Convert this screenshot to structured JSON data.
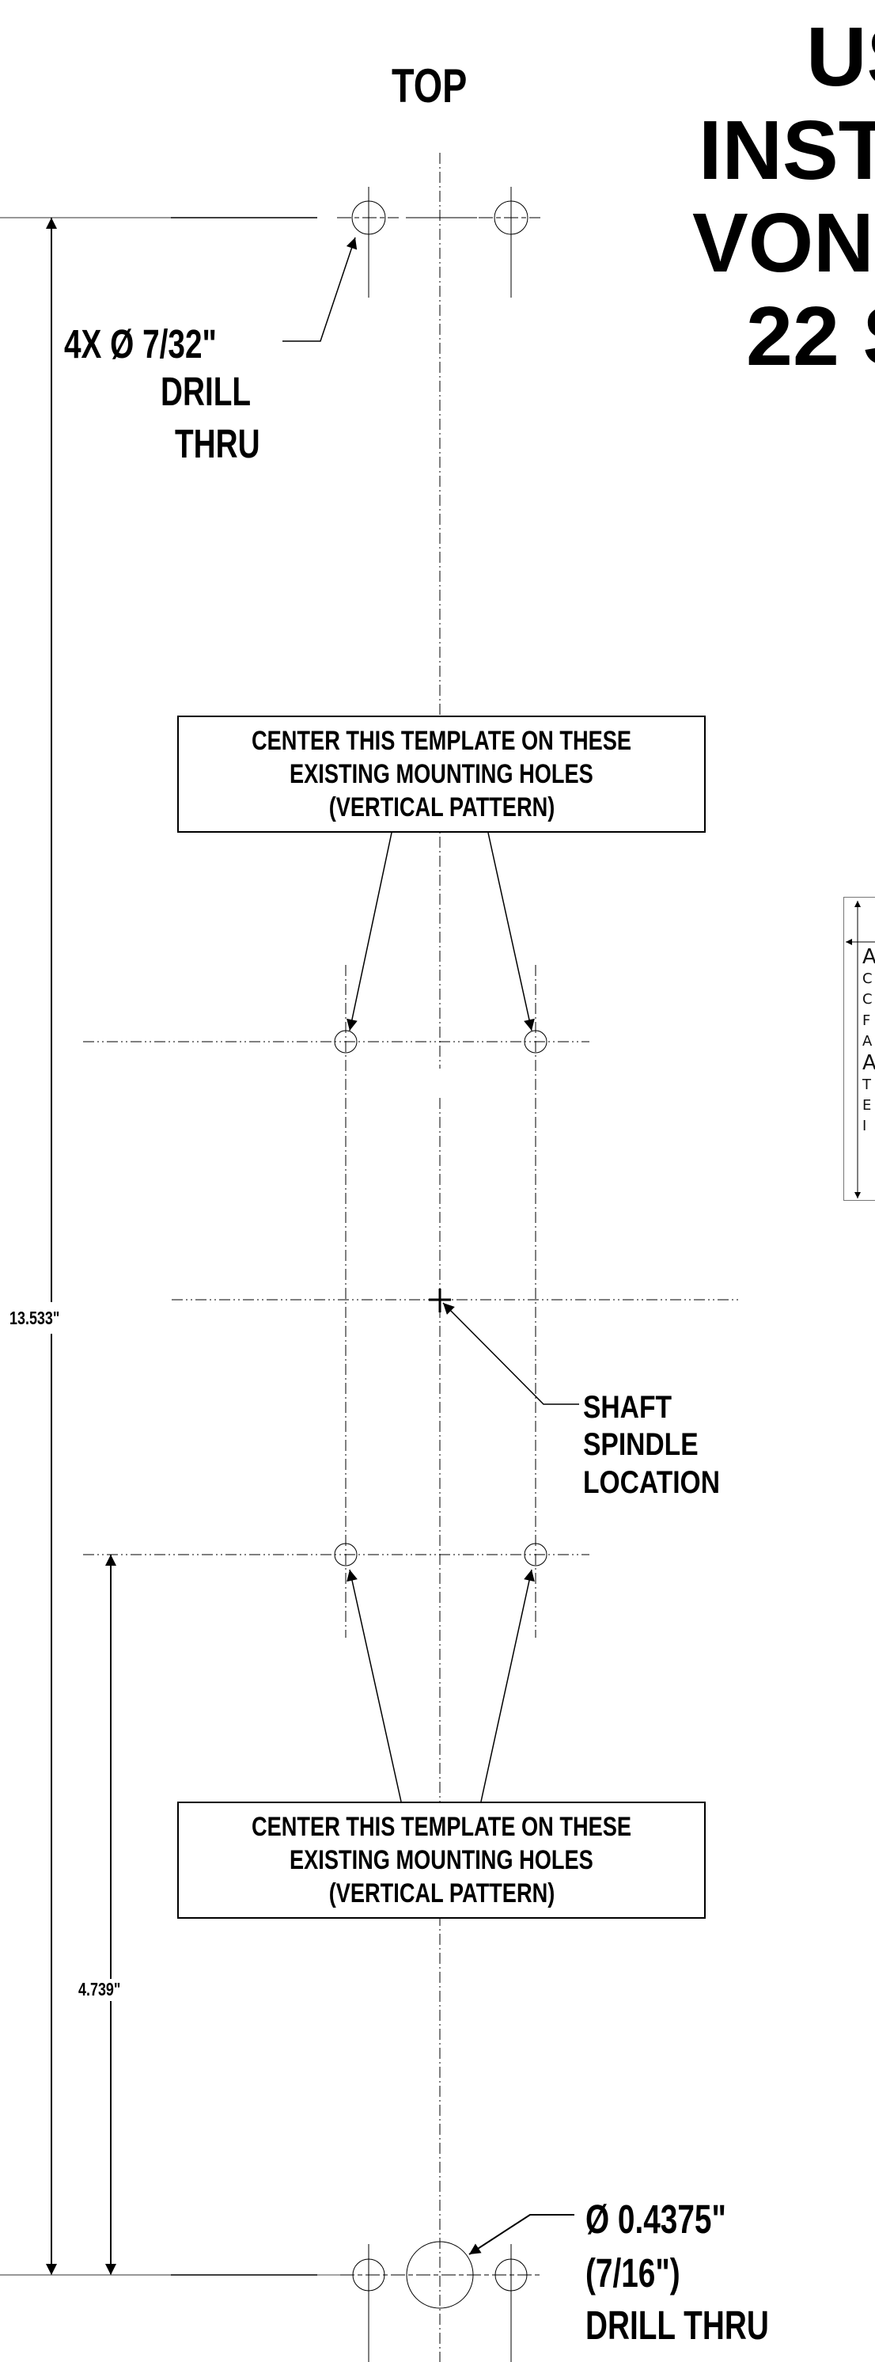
{
  "title": {
    "lines": [
      "US",
      "INST",
      "VON",
      "22 S"
    ]
  },
  "orientation_label": "TOP",
  "small_holes_note": {
    "line1": "4X Ø 7/32\"",
    "line2": "DRILL",
    "line3": "THRU"
  },
  "callout_upper": {
    "lines": [
      "CENTER THIS TEMPLATE ON THESE",
      "EXISTING MOUNTING HOLES",
      "(VERTICAL PATTERN)"
    ]
  },
  "callout_lower": {
    "lines": [
      "CENTER THIS TEMPLATE ON THESE",
      "EXISTING MOUNTING HOLES",
      "(VERTICAL PATTERN)"
    ]
  },
  "shaft_note": {
    "lines": [
      "SHAFT",
      "SPINDLE",
      "LOCATION"
    ]
  },
  "dimensions": {
    "overall": "13.533\"",
    "lower": "4.739\""
  },
  "center_hole_note": {
    "line1": "Ø 0.4375\"",
    "line2": "(7/16\")",
    "line3": "DRILL THRU"
  },
  "side_table": {
    "rows": [
      "A",
      "C",
      "C",
      "F",
      "A",
      "A",
      "T",
      "E",
      "I"
    ]
  },
  "colors": {
    "ink": "#000000",
    "background": "#ffffff",
    "table_border": "#777777"
  }
}
